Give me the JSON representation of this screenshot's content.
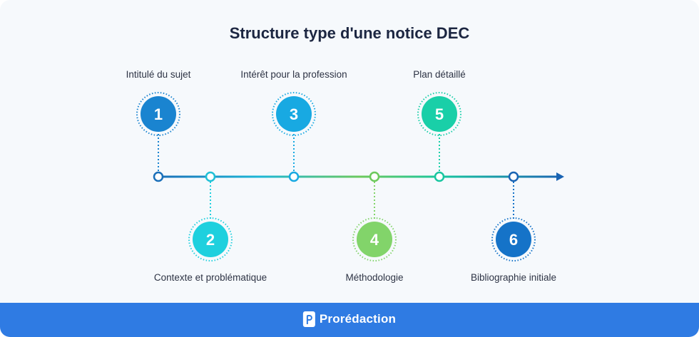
{
  "title": "Structure type d'une notice DEC",
  "steps": [
    {
      "number": "1",
      "label": "Intitulé du sujet",
      "color": "#1a84d0"
    },
    {
      "number": "2",
      "label": "Contexte et problématique",
      "color": "#1fd0de"
    },
    {
      "number": "3",
      "label": "Intérêt pour la profession",
      "color": "#18a9e2"
    },
    {
      "number": "4",
      "label": "Méthodologie",
      "color": "#82d46a"
    },
    {
      "number": "5",
      "label": "Plan détaillé",
      "color": "#19cfa8"
    },
    {
      "number": "6",
      "label": "Bibliographie initiale",
      "color": "#1573c8"
    }
  ],
  "footer": {
    "brand": "Prorédaction"
  }
}
